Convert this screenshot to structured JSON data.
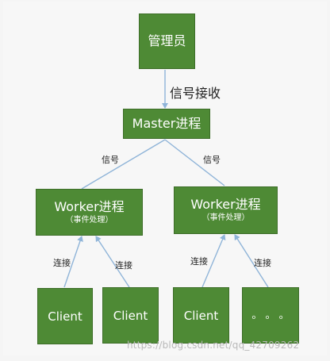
{
  "admin": {
    "label": "管理员"
  },
  "signal_receive": "信号接收",
  "master": {
    "label": "Master进程"
  },
  "signal_left": "信号",
  "signal_right": "信号",
  "workers": [
    {
      "label": "Worker进程",
      "sub": "（事件处理）"
    },
    {
      "label": "Worker进程",
      "sub": "（事件处理）"
    }
  ],
  "connect_labels": [
    "连接",
    "连接",
    "连接",
    "连接"
  ],
  "clients": [
    "Client",
    "Client",
    "Client",
    "。 。 。"
  ],
  "watermark": "https://blog.csdn.net/qq_42709262",
  "colors": {
    "box_fill": "#4e8a35",
    "connector": "#8fb4d8"
  }
}
